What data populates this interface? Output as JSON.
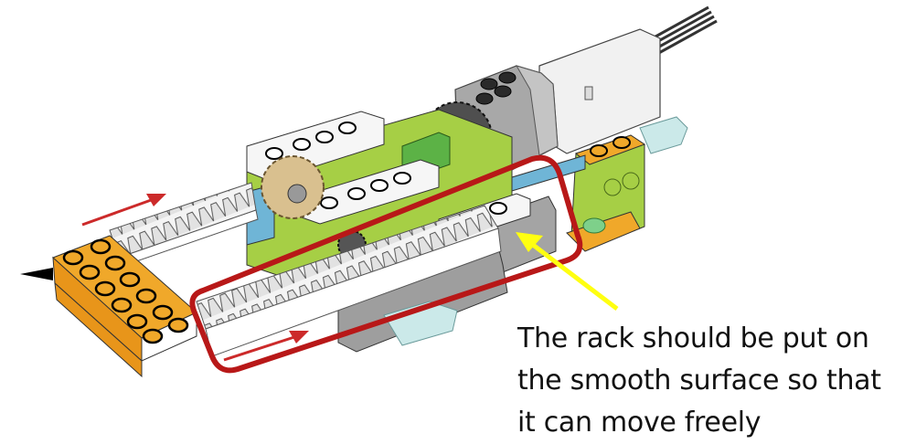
{
  "diagram": {
    "subject": "LEGO rack-and-pinion mechanism driven by motor",
    "components": [
      {
        "id": "motor",
        "label": "motor",
        "color": "#e8e8e8"
      },
      {
        "id": "motor-hub",
        "label": "motor hub",
        "color": "#9a9a9a"
      },
      {
        "id": "cable",
        "label": "motor cable",
        "color": "#333333"
      },
      {
        "id": "upper-rack",
        "label": "upper gear rack",
        "color": "#f2f2f2"
      },
      {
        "id": "lower-rack",
        "label": "lower gear rack",
        "color": "#f2f2f2"
      },
      {
        "id": "tan-gear",
        "label": "tan 24-tooth gear",
        "color": "#d9c08f"
      },
      {
        "id": "dark-gear",
        "label": "dark gray gear",
        "color": "#555555"
      },
      {
        "id": "small-gear",
        "label": "small dark gray gear",
        "color": "#555555"
      },
      {
        "id": "orange-plate",
        "label": "orange 2x6 plate",
        "color": "#f0a82a"
      },
      {
        "id": "lime-frame",
        "label": "lime green frame",
        "color": "#a6cf45"
      },
      {
        "id": "blue-plates",
        "label": "blue plates",
        "color": "#6fb5d6"
      },
      {
        "id": "green-axle",
        "label": "green axle connector",
        "color": "#5cb246"
      },
      {
        "id": "trans-clips",
        "label": "transparent clips",
        "color": "#bfe3e3"
      },
      {
        "id": "smooth-surface",
        "label": "smooth gray tile",
        "color": "#9e9e9e"
      }
    ],
    "annotations": {
      "highlight_box_color": "#b81818",
      "motion_arrow_color": "#cc2a2a",
      "pointer_arrow_color": "#ffff10",
      "marker_color": "#000000",
      "motion_arrows": 2
    },
    "caption_lines": [
      "The rack should be put on",
      "the smooth surface so that",
      "it can move freely"
    ]
  }
}
